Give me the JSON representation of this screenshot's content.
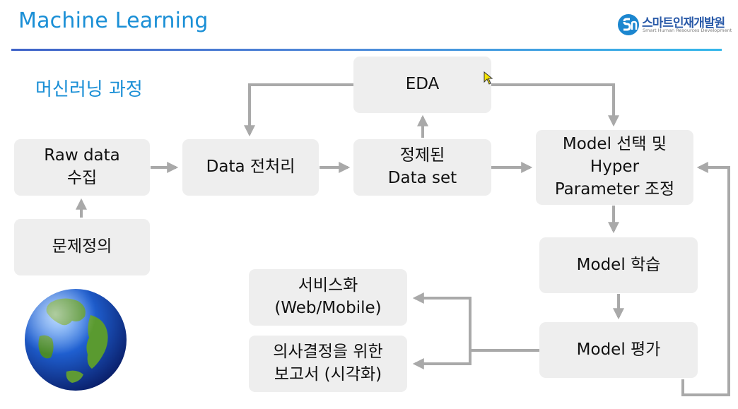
{
  "slide": {
    "title": "Machine Learning",
    "subtitle": "머신러닝 과정",
    "logo_name": "스마트인재개발원",
    "logo_subtitle": "Smart Human Resources Development"
  },
  "nodes": {
    "raw_data": "Raw data\n수집",
    "problem": "문제정의",
    "preprocess": "Data 전처리",
    "eda": "EDA",
    "clean_set": "정제된\nData set",
    "model_select": "Model 선택 및\nHyper\nParameter 조정",
    "train": "Model 학습",
    "evaluate": "Model 평가",
    "service": "서비스화\n(Web/Mobile)",
    "report": "의사결정을 위한\n보고서 (시각화)"
  },
  "colors": {
    "title": "#1a8fd6",
    "rule": "#4f88d8",
    "box_fill": "#eeeeee",
    "arrow": "#a9a9a9"
  }
}
